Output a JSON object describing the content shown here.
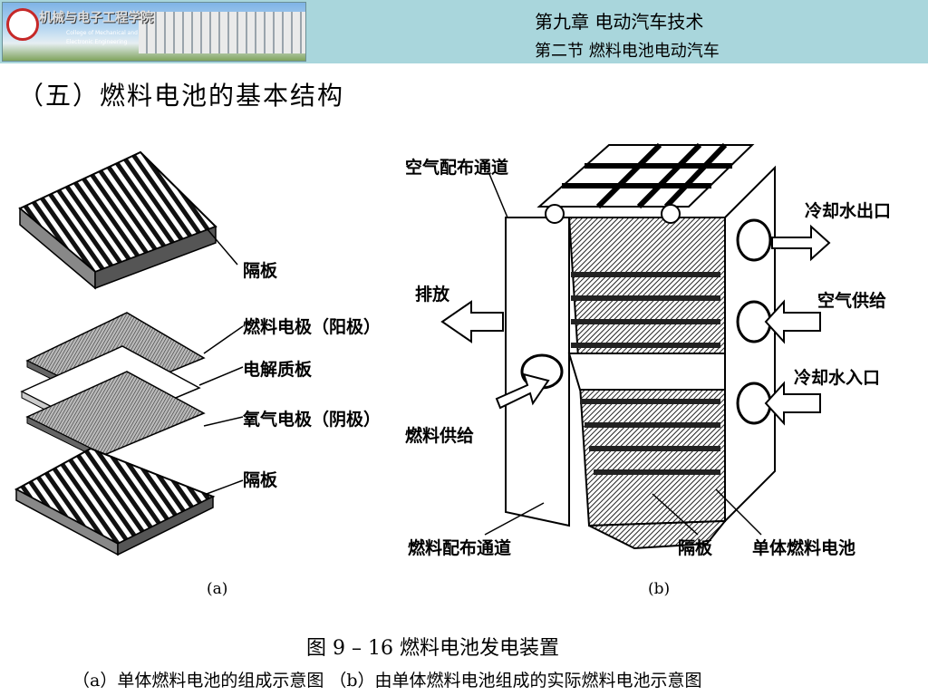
{
  "header": {
    "logo": {
      "college_cn": "机械与电子工程学院",
      "college_en_1": "College of Mechanical and",
      "college_en_2": "Electronic Engineering"
    },
    "chapter": "第九章  电动汽车技术",
    "section": "第二节   燃料电池电动汽车"
  },
  "slide": {
    "title": "（五）燃料电池的基本结构"
  },
  "figure": {
    "a": {
      "sublabel": "(a)",
      "labels": {
        "plate_top": "隔板",
        "anode": "燃料电极（阳极）",
        "electrolyte": "电解质板",
        "cathode": "氧气电极（阴极）",
        "plate_bottom": "隔板"
      }
    },
    "b": {
      "sublabel": "(b)",
      "labels": {
        "air_channel": "空气配布通道",
        "coolant_out": "冷却水出口",
        "exhaust": "排放",
        "air_supply": "空气供给",
        "coolant_in": "冷却水入口",
        "fuel_supply": "燃料供给",
        "fuel_channel": "燃料配布通道",
        "separator": "隔板",
        "single_cell": "单体燃料电池"
      }
    },
    "title": "图 9 – 16    燃料电池发电装置",
    "caption": "（a）单体燃料电池的组成示意图  （b）由单体燃料电池组成的实际燃料电池示意图"
  }
}
